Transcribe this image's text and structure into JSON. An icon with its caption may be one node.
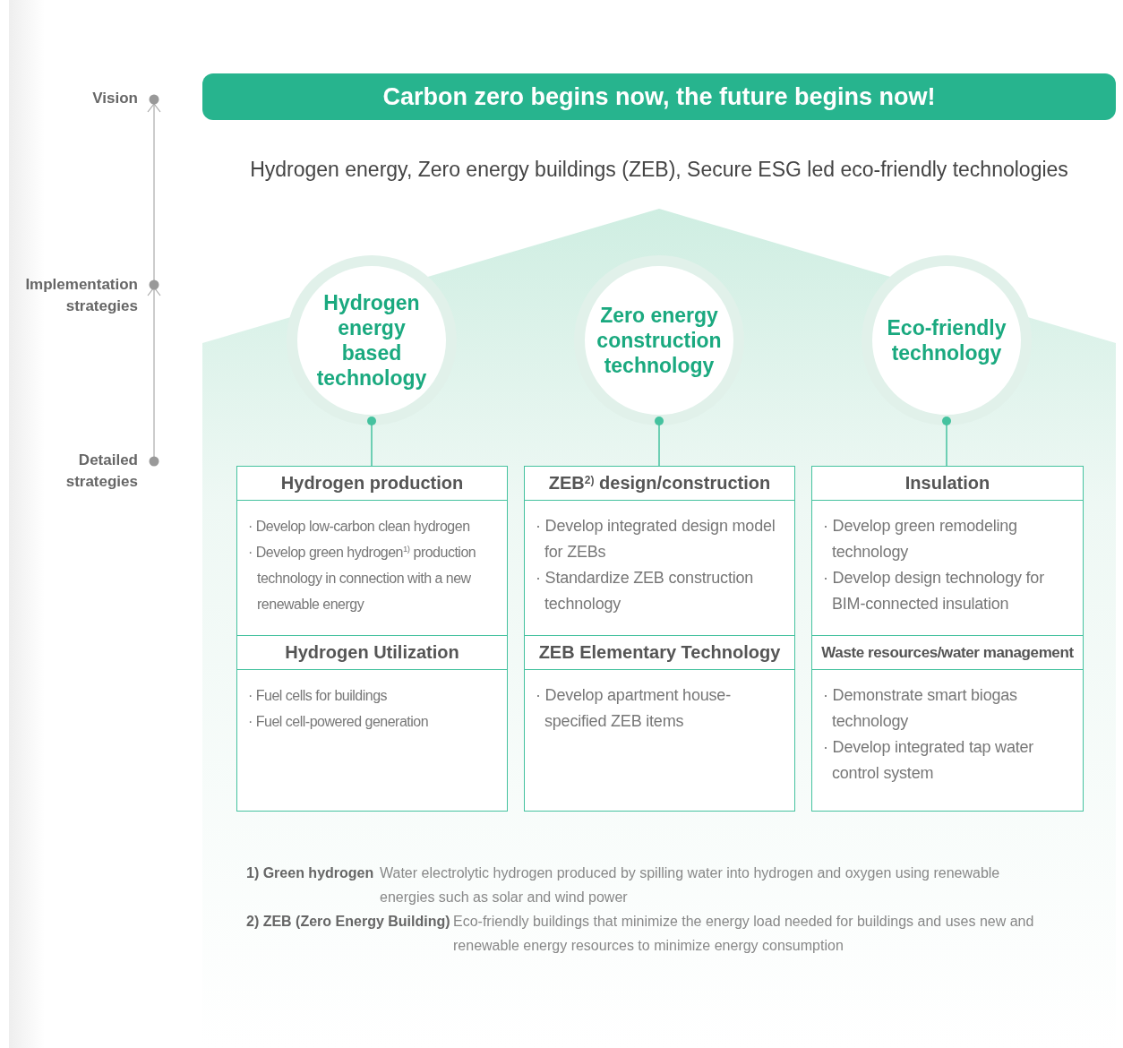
{
  "diagram": {
    "nodes": [
      {
        "text": [
          "Carbon zero begins now, the future begins now!"
        ]
      },
      {
        "text": [
          "Hydrogen energy based technology"
        ]
      },
      {
        "text": [
          "Zero energy construction technology"
        ]
      },
      {
        "text": [
          "Eco-friendly technology"
        ]
      },
      {
        "text": [
          "Hydrogen production",
          "· Develop low-carbon clean hydrogen",
          "· Develop green hydrogen$^{1)}$ production technology in connection with a new renewable energy"
        ]
      },
      {
        "text": [
          "Hydrogen Utilization",
          "· Fuel cells for buildings",
          "· Fuel cell-powered generation"
        ]
      },
      {
        "text": [
          "ZEB$^{2)}$ design/construction",
          "· Develop integrated design model for ZEBs",
          "· Standardize ZEB construction technology"
        ]
      },
      {
        "text": [
          "ZEB Elementary Technology",
          "· Develop apartment house-specified ZEB items"
        ]
      },
      {
        "text": [
          "Insulation",
          "· Develop green remodeling technology",
          "· Develop design technology for BIM-connected insulation"
        ]
      },
      {
        "text": [
          "Waste resources/water management",
          "· Demonstrate smart biogas technology",
          "· Develop integrated tap water control system"
        ]
      }
    ],
    "edges": [
      {
        "from": 1,
        "to": 4,
        "arrow": "other"
      },
      {
        "from": 2,
        "to": 6,
        "arrow": "other"
      },
      {
        "from": 3,
        "to": 8,
        "arrow": "other"
      }
    ],
    "labels": [
      "Vision",
      "Hydrogen energy, Zero energy buildings (ZEB), Secure ESG led eco-friendly technologies",
      "Implementation strategies",
      "Detailed strategies",
      "1) Green hydrogen",
      "Water electrolytic hydrogen produced by spilling water into hydrogen and oxygen using renewable energies such as solar and wind power",
      "2) ZEB (Zero Energy Building)",
      "Eco-friendly buildings that minimize the energy load needed for buildings and uses new and renewable energy resources to minimize energy consumption"
    ]
  }
}
